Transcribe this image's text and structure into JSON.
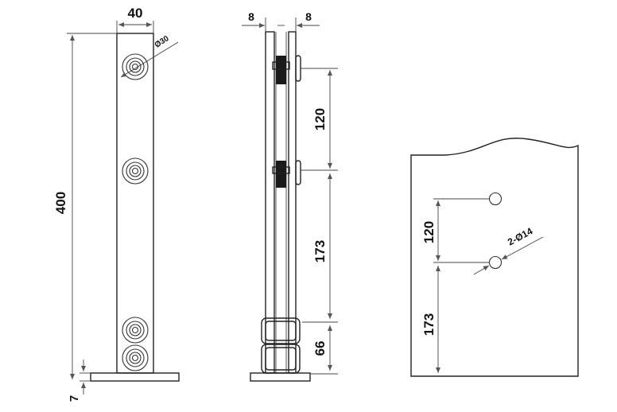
{
  "front_view": {
    "width": "40",
    "height": "400",
    "base_thickness": "7",
    "hole_diameter": "Ø30"
  },
  "side_view": {
    "left_glass": "8",
    "right_glass": "8",
    "spacing_top": "120",
    "spacing_middle": "173",
    "spacing_bottom": "66"
  },
  "glass_panel": {
    "hole_spacing": "120",
    "hole_height": "173",
    "hole_spec": "2-Ø14"
  },
  "colors": {
    "line": "#222222",
    "dim": "#555555",
    "text": "#111111"
  }
}
